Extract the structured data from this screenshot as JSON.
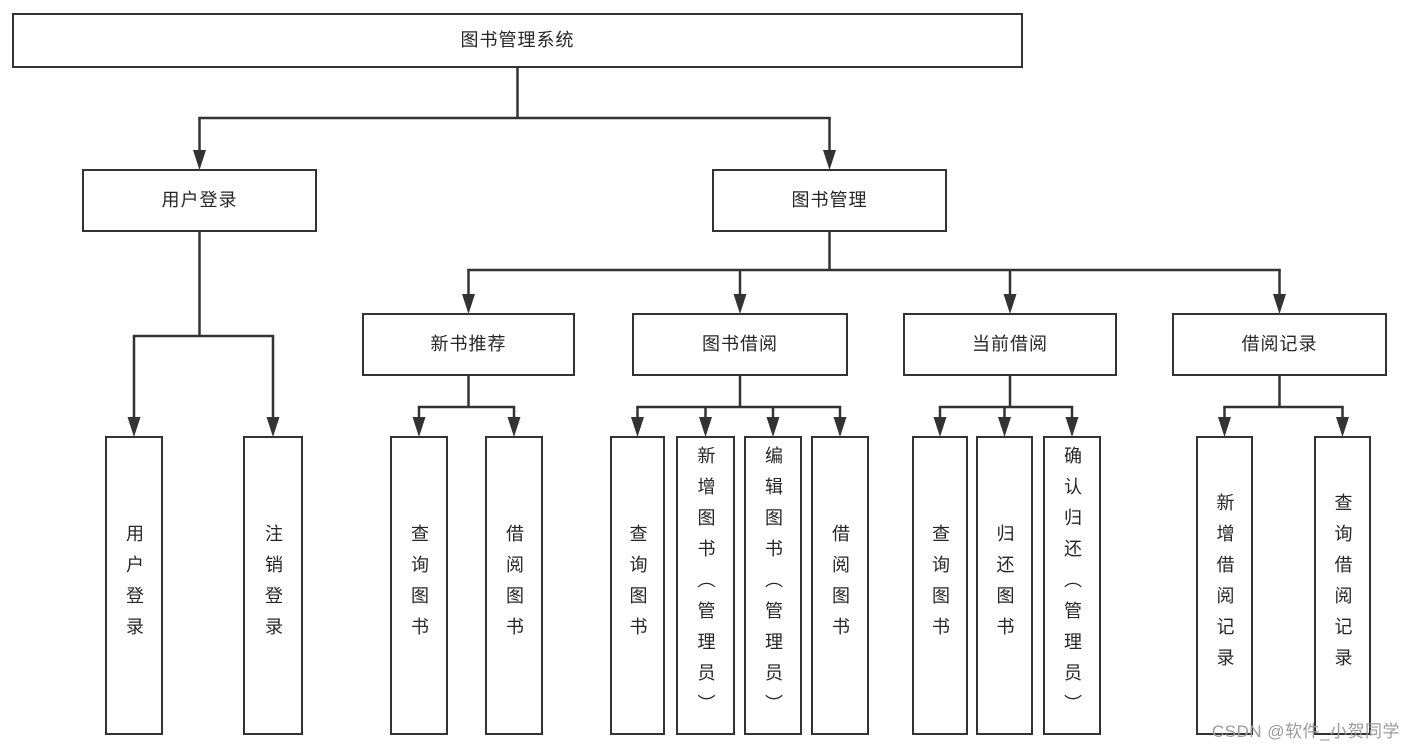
{
  "diagram": {
    "title": "图书管理系统",
    "nodes": [
      {
        "id": "root",
        "label": "图书管理系统",
        "parent": null,
        "orientation": "horizontal"
      },
      {
        "id": "user-login",
        "label": "用户登录",
        "parent": "root",
        "orientation": "horizontal"
      },
      {
        "id": "book-management",
        "label": "图书管理",
        "parent": "root",
        "orientation": "horizontal"
      },
      {
        "id": "new-book-recommend",
        "label": "新书推荐",
        "parent": "book-management",
        "orientation": "horizontal"
      },
      {
        "id": "book-borrowing",
        "label": "图书借阅",
        "parent": "book-management",
        "orientation": "horizontal"
      },
      {
        "id": "current-borrowing",
        "label": "当前借阅",
        "parent": "book-management",
        "orientation": "horizontal"
      },
      {
        "id": "borrowing-records",
        "label": "借阅记录",
        "parent": "book-management",
        "orientation": "horizontal"
      },
      {
        "id": "leaf-user-login",
        "label": "用户登录",
        "parent": "user-login",
        "orientation": "vertical"
      },
      {
        "id": "leaf-logout",
        "label": "注销登录",
        "parent": "user-login",
        "orientation": "vertical"
      },
      {
        "id": "leaf-query-books-1",
        "label": "查询图书",
        "parent": "new-book-recommend",
        "orientation": "vertical"
      },
      {
        "id": "leaf-borrow-books-1",
        "label": "借阅图书",
        "parent": "new-book-recommend",
        "orientation": "vertical"
      },
      {
        "id": "leaf-query-books-2",
        "label": "查询图书",
        "parent": "book-borrowing",
        "orientation": "vertical"
      },
      {
        "id": "leaf-add-books",
        "label": "新增图书（管理员）",
        "parent": "book-borrowing",
        "orientation": "vertical"
      },
      {
        "id": "leaf-edit-books",
        "label": "编辑图书（管理员）",
        "parent": "book-borrowing",
        "orientation": "vertical"
      },
      {
        "id": "leaf-borrow-books-2",
        "label": "借阅图书",
        "parent": "book-borrowing",
        "orientation": "vertical"
      },
      {
        "id": "leaf-query-books-3",
        "label": "查询图书",
        "parent": "current-borrowing",
        "orientation": "vertical"
      },
      {
        "id": "leaf-return-books",
        "label": "归还图书",
        "parent": "current-borrowing",
        "orientation": "vertical"
      },
      {
        "id": "leaf-confirm-return",
        "label": "确认归还（管理员）",
        "parent": "current-borrowing",
        "orientation": "vertical"
      },
      {
        "id": "leaf-add-borrow-record",
        "label": "新增借阅记录",
        "parent": "borrowing-records",
        "orientation": "vertical"
      },
      {
        "id": "leaf-query-borrow-record",
        "label": "查询借阅记录",
        "parent": "borrowing-records",
        "orientation": "vertical"
      }
    ]
  },
  "watermark": {
    "text": "CSDN @软件_小贺同学"
  },
  "colors": {
    "line": "#333333",
    "box_border": "#333333",
    "text": "#262626",
    "watermark": "#9b9b9b",
    "background": "#ffffff"
  }
}
